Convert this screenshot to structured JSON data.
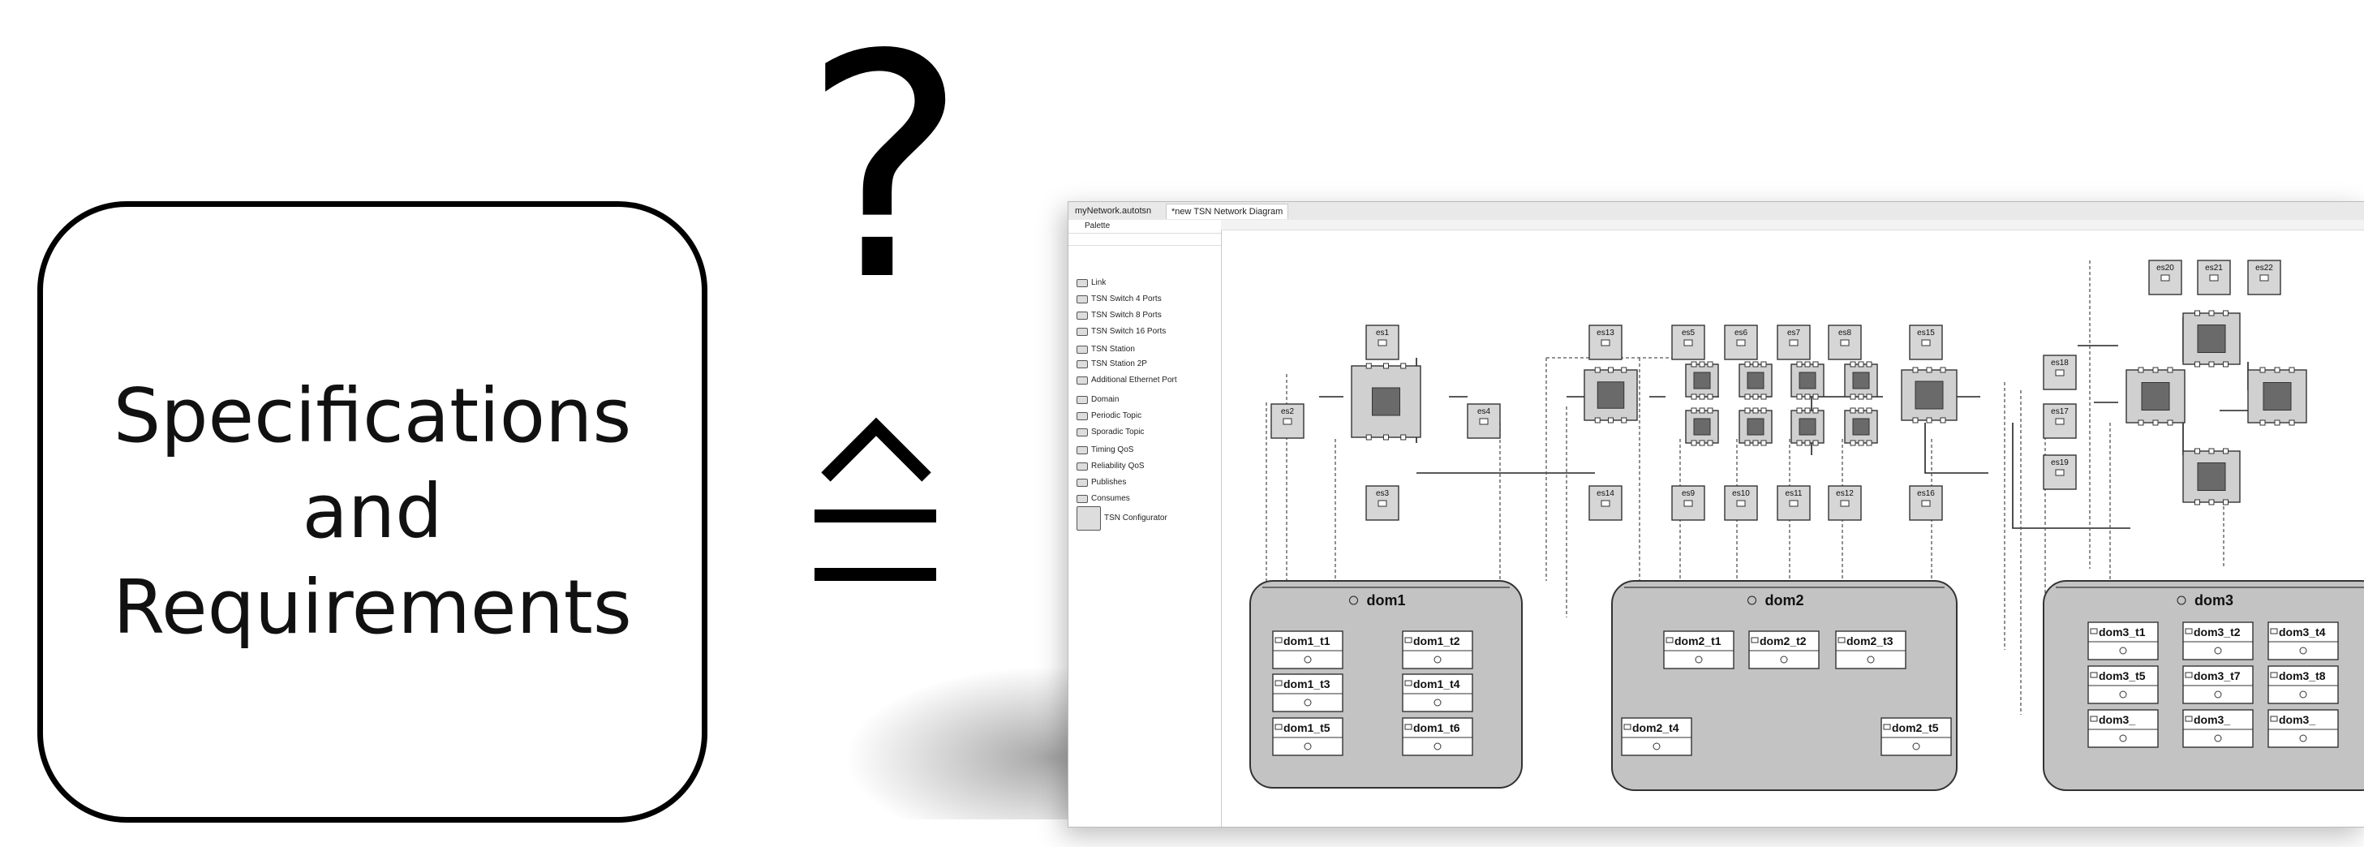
{
  "left_box": {
    "text": "Specifications\nand\nRequirements"
  },
  "symbols": {
    "question_mark": "?"
  },
  "screenshot": {
    "tabs": [
      "myNetwork.autotsn",
      "*new TSN Network Diagram"
    ],
    "palette": {
      "title": "Palette",
      "items": [
        "Link",
        "TSN Switch 4 Ports",
        "TSN Switch 8 Ports",
        "TSN Switch 16 Ports",
        "TSN Station",
        "TSN Station 2P",
        "Additional Ethernet Port",
        "Domain",
        "Periodic Topic",
        "Sporadic Topic",
        "Timing QoS",
        "Reliability QoS",
        "Publishes",
        "Consumes",
        "TSN Configurator"
      ]
    },
    "stations": [
      "es1",
      "es2",
      "es3",
      "es4",
      "es5",
      "es6",
      "es7",
      "es8",
      "es9",
      "es10",
      "es11",
      "es12",
      "es13",
      "es14",
      "es15",
      "es16",
      "es17",
      "es18",
      "es19",
      "es20",
      "es21",
      "es22"
    ],
    "domains": [
      {
        "name": "dom1",
        "topics": [
          "dom1_t1",
          "dom1_t2",
          "dom1_t3",
          "dom1_t4",
          "dom1_t5",
          "dom1_t6"
        ]
      },
      {
        "name": "dom2",
        "topics": [
          "dom2_t1",
          "dom2_t2",
          "dom2_t3",
          "dom2_t4",
          "dom2_t5"
        ]
      },
      {
        "name": "dom3",
        "topics": [
          "dom3_t1",
          "dom3_t2",
          "dom3_t4",
          "dom3_t5",
          "dom3_t7",
          "dom3_t8",
          "dom3_",
          "dom3_",
          "dom3_"
        ]
      }
    ]
  }
}
